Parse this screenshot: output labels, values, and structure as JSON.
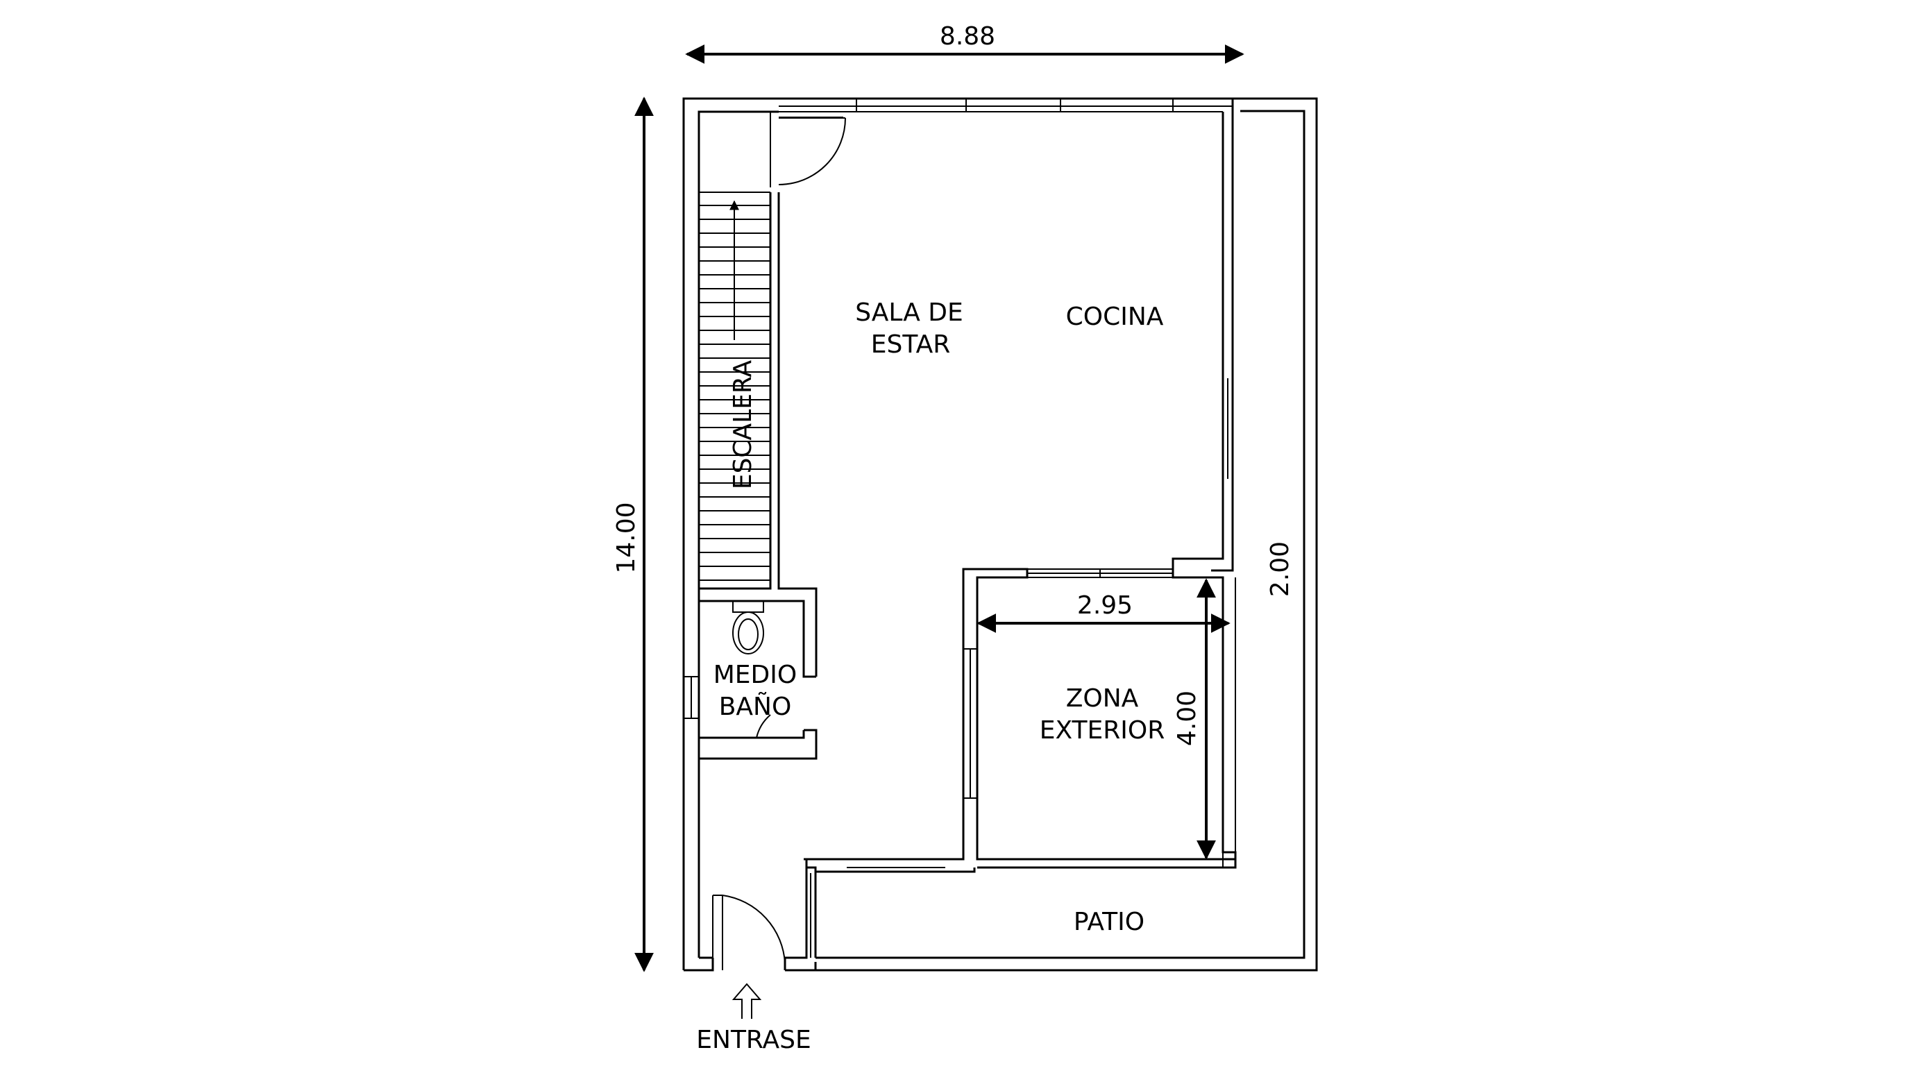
{
  "plan": {
    "rooms": {
      "living_line1": "SALA DE",
      "living_line2": "ESTAR",
      "kitchen": "COCINA",
      "stairs": "ESCALERA",
      "bath_line1": "MEDIO",
      "bath_line2": "BAÑO",
      "exterior_line1": "ZONA",
      "exterior_line2": "EXTERIOR",
      "patio": "PATIO"
    },
    "entrance_label": "ENTRASE",
    "dimensions": {
      "total_width": "8.88",
      "total_height": "14.00",
      "side_strip": "2.00",
      "exterior_width": "2.95",
      "exterior_height": "4.00"
    },
    "icons": {
      "entrance_arrow": "arrow-up-icon",
      "toilet": "toilet-icon",
      "door_swing": "door-swing-icon",
      "stairs_arrow": "arrow-up-icon"
    }
  }
}
